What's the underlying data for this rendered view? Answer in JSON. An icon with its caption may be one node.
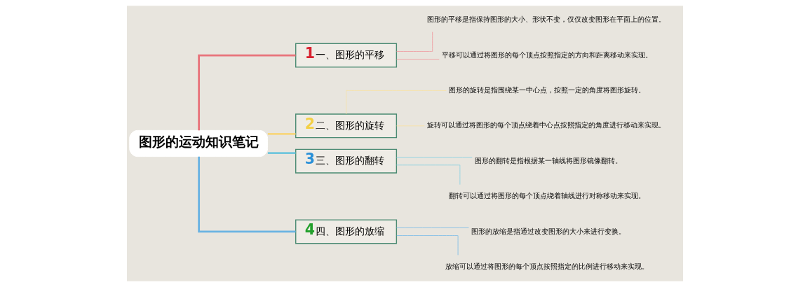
{
  "diagram": {
    "nodes": [
      {
        "text": [
          "图形的运动知识笔记"
        ]
      },
      {
        "text": [
          "1",
          "一、图形的平移"
        ]
      },
      {
        "text": [
          "图形的平移是指保持图形的大小、形状不变，仅仅改变图形在平面上的位置。"
        ]
      },
      {
        "text": [
          "平移可以通过将图形的每个顶点按照指定的方向和距离移动来实现。"
        ]
      },
      {
        "text": [
          "2",
          "二、图形的旋转"
        ]
      },
      {
        "text": [
          "图形的旋转是指围绕某一中心点，按照一定的角度将图形旋转。"
        ]
      },
      {
        "text": [
          "旋转可以通过将图形的每个顶点绕着中心点按照指定的角度进行移动来实现。"
        ]
      },
      {
        "text": [
          "3",
          "三、图形的翻转"
        ]
      },
      {
        "text": [
          "图形的翻转是指根据某一轴线将图形镜像翻转。"
        ]
      },
      {
        "text": [
          "翻转可以通过将图形的每个顶点绕着轴线进行对称移动来实现。"
        ]
      },
      {
        "text": [
          "4",
          "四、图形的放缩"
        ]
      },
      {
        "text": [
          "图形的放缩是指通过改变图形的大小来进行变换。"
        ]
      },
      {
        "text": [
          "放缩可以通过将图形的每个顶点按照指定的比例进行移动来实现。"
        ]
      }
    ],
    "edges": [
      {
        "from": 0,
        "to": 1,
        "arrow": "none",
        "style": "thick",
        "color": "#e8737b"
      },
      {
        "from": 1,
        "to": 2,
        "arrow": "none",
        "color": "#eea0a4"
      },
      {
        "from": 1,
        "to": 3,
        "arrow": "none",
        "color": "#eea0a4"
      },
      {
        "from": 0,
        "to": 4,
        "arrow": "none",
        "style": "thick",
        "color": "#f7d67e"
      },
      {
        "from": 4,
        "to": 5,
        "arrow": "none",
        "color": "#f6e2a8"
      },
      {
        "from": 4,
        "to": 6,
        "arrow": "none",
        "color": "#f6e2a8"
      },
      {
        "from": 0,
        "to": 7,
        "arrow": "none",
        "style": "thick",
        "color": "#72c6dc"
      },
      {
        "from": 7,
        "to": 8,
        "arrow": "none",
        "color": "#8fd3e2"
      },
      {
        "from": 7,
        "to": 9,
        "arrow": "none",
        "color": "#8fd3e2"
      },
      {
        "from": 0,
        "to": 10,
        "arrow": "none",
        "style": "thick",
        "color": "#6ab3e2"
      },
      {
        "from": 10,
        "to": 11,
        "arrow": "none",
        "color": "#85bfe6"
      },
      {
        "from": 10,
        "to": 12,
        "arrow": "none",
        "color": "#85bfe6"
      }
    ]
  }
}
